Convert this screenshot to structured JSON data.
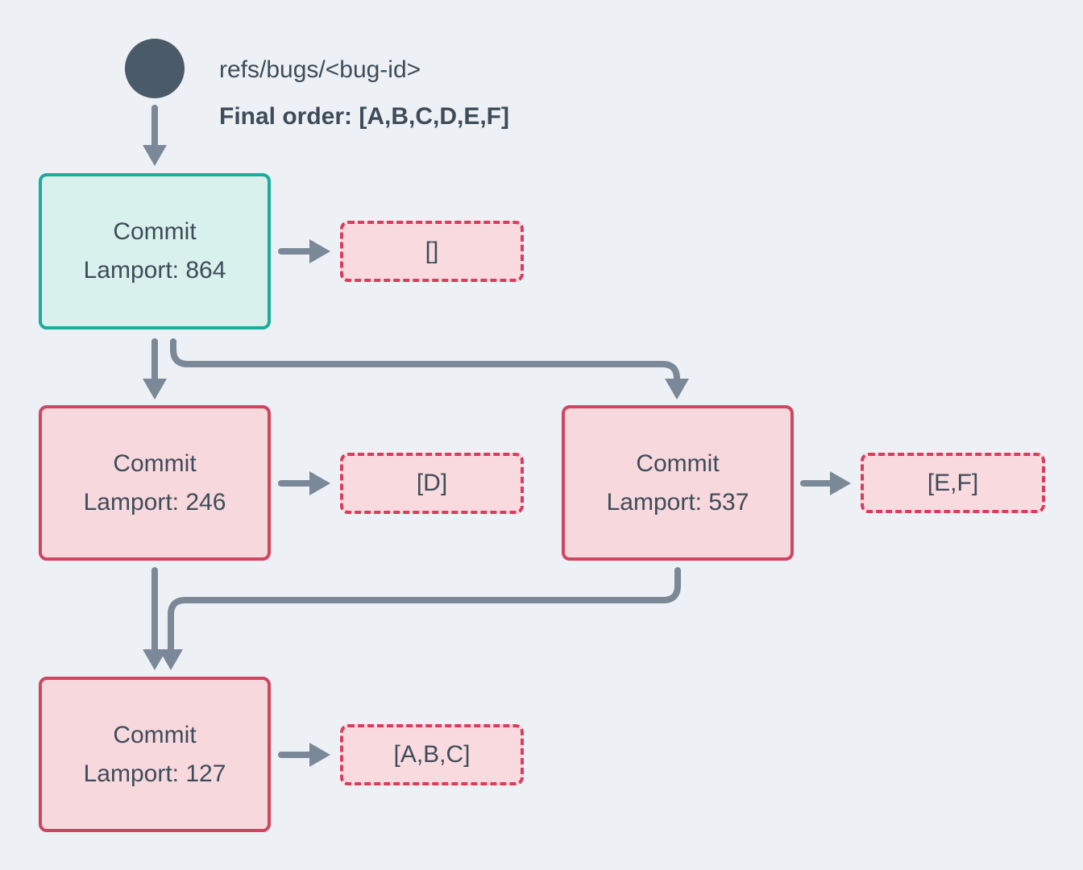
{
  "header": {
    "ref_label": "refs/bugs/<bug-id>",
    "final_order": "Final order: [A,B,C,D,E,F]"
  },
  "nodes": {
    "root": {
      "title": "Commit",
      "subtitle": "Lamport: 864",
      "payload": "[]"
    },
    "left": {
      "title": "Commit",
      "subtitle": "Lamport: 246",
      "payload": "[D]"
    },
    "right": {
      "title": "Commit",
      "subtitle": "Lamport: 537",
      "payload": "[E,F]"
    },
    "merge": {
      "title": "Commit",
      "subtitle": "Lamport: 127",
      "payload": "[A,B,C]"
    }
  },
  "colors": {
    "bg": "#edf1f5",
    "text": "#3e4c59",
    "arrow": "#7b8897",
    "teal_border": "#1cab9d",
    "teal_fill": "#d9f1ed",
    "red_border": "#d0455f",
    "red_fill": "#f7d8dd",
    "dashed_border": "#da3c5e",
    "dashed_fill": "#f9dbdf",
    "ref_dot": "#4a5a68"
  }
}
